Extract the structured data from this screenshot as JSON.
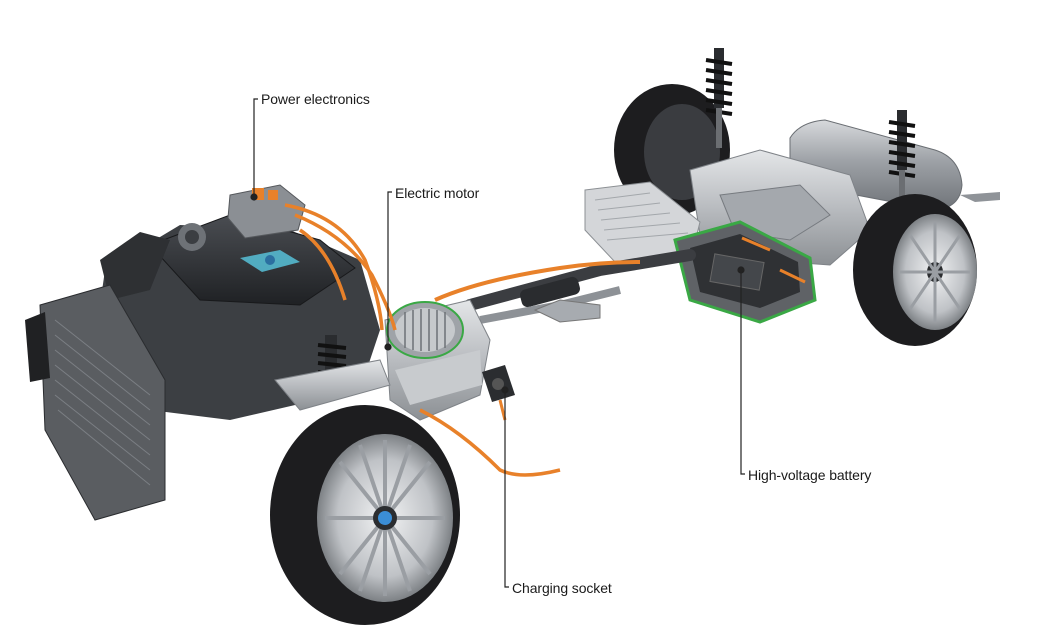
{
  "labels": {
    "power_electronics": "Power electronics",
    "electric_motor": "Electric motor",
    "high_voltage_battery": "High-voltage battery",
    "charging_socket": "Charging socket"
  },
  "colors": {
    "background": "#ffffff",
    "hv_cable": "#e8812a",
    "hv_highlight": "#3aa845",
    "engine_dark": "#2b2d30",
    "aluminium": "#b9bcc0",
    "tyre": "#1d1d1f",
    "rim": "#c9ccd0",
    "leader_line": "#222222"
  }
}
